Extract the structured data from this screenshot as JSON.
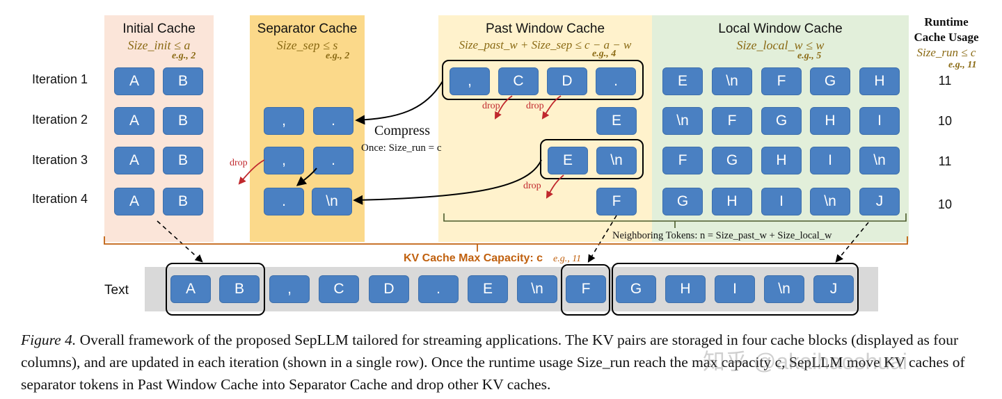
{
  "columns": {
    "initial": {
      "title": "Initial Cache",
      "formula": "Size_init ≤ a",
      "eg": "e.g., 2",
      "color": "#fbe5d9"
    },
    "separator": {
      "title": "Separator Cache",
      "formula": "Size_sep ≤ s",
      "eg": "e.g., 2",
      "color": "#fbd98a"
    },
    "past": {
      "title": "Past Window Cache",
      "formula": "Size_past_w + Size_sep ≤ c − a − w",
      "eg": "e.g., 4",
      "color": "#fff2cc"
    },
    "local": {
      "title": "Local Window Cache",
      "formula": "Size_local_w ≤ w",
      "eg": "e.g., 5",
      "color": "#e2efda"
    }
  },
  "runtime": {
    "title_line1": "Runtime",
    "title_line2": "Cache Usage",
    "formula": "Size_run ≤ c",
    "eg": "e.g., 11"
  },
  "iterations": [
    {
      "label": "Iteration 1",
      "usage": "11",
      "initial": [
        "A",
        "B"
      ],
      "separator": [],
      "past": [
        ",",
        "C",
        "D",
        "."
      ],
      "local": [
        "E",
        "\\n",
        "F",
        "G",
        "H"
      ]
    },
    {
      "label": "Iteration 2",
      "usage": "10",
      "initial": [
        "A",
        "B"
      ],
      "separator": [
        ",",
        "."
      ],
      "past": [
        "E"
      ],
      "local": [
        "\\n",
        "F",
        "G",
        "H",
        "I"
      ]
    },
    {
      "label": "Iteration 3",
      "usage": "11",
      "initial": [
        "A",
        "B"
      ],
      "separator": [
        ",",
        "."
      ],
      "past": [
        "E",
        "\\n"
      ],
      "local": [
        "F",
        "G",
        "H",
        "I",
        "\\n"
      ]
    },
    {
      "label": "Iteration 4",
      "usage": "10",
      "initial": [
        "A",
        "B"
      ],
      "separator": [
        ".",
        "\\n"
      ],
      "past": [
        "F"
      ],
      "local": [
        "G",
        "H",
        "I",
        "\\n",
        "J"
      ]
    }
  ],
  "annotations": {
    "compress": "Compress",
    "once": "Once: Size_run = c",
    "drop": "drop",
    "neighboring": "Neighboring Tokens: n = Size_past_w + Size_local_w",
    "kv_capacity": "KV Cache Max Capacity: c",
    "kv_capacity_eg": "e.g., 11"
  },
  "text_row": {
    "label": "Text",
    "tokens": [
      "A",
      "B",
      ",",
      "C",
      "D",
      ".",
      "E",
      "\\n",
      "F",
      "G",
      "H",
      "I",
      "\\n",
      "J"
    ]
  },
  "caption": {
    "figure": "Figure 4.",
    "text": "Overall framework of the proposed SepLLM tailored for streaming applications. The KV pairs are storaged in four cache blocks (displayed as four columns), and are updated in each iteration (shown in a single row). Once the runtime usage Size_run reach the max capacity c, SepLLM move KV caches of separator tokens in Past Window Cache into Separator Cache and drop other KV caches."
  },
  "watermark": "知乎 @akaihaoshuai",
  "colors": {
    "token": "#4a80c2",
    "drop": "#c0282d",
    "brown": "#8a6a14",
    "capacity": "#c0600e",
    "text_bar": "#d9d9d9"
  }
}
